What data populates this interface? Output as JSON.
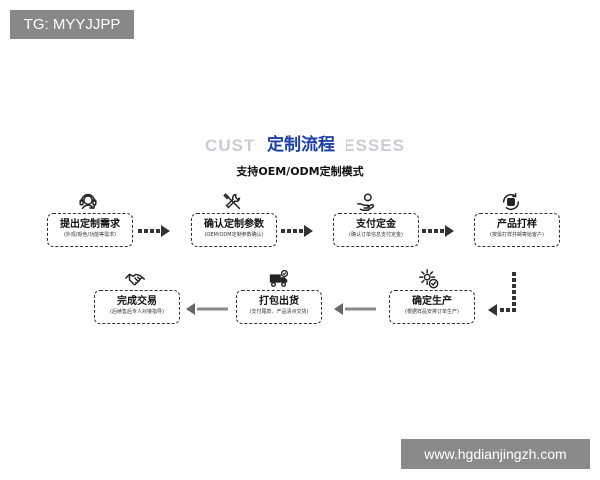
{
  "watermark": {
    "tag": "TG: MYYJJPP",
    "url": "www.hgdianjingzh.com"
  },
  "header": {
    "title": "定制流程",
    "title_bg": "CUSTOM PROCESSES",
    "subtitle": "支持OEM/ODM定制模式"
  },
  "steps": [
    {
      "title": "提出定制需求",
      "desc": "(外观/颜色/功能等需求)",
      "icon": "headset-icon"
    },
    {
      "title": "确认定制参数",
      "desc": "(OEM/ODM定制参数确认)",
      "icon": "tools-icon"
    },
    {
      "title": "支付定金",
      "desc": "(确认订单信息支付定金)",
      "icon": "hand-coin-icon"
    },
    {
      "title": "产品打样",
      "desc": "(按需打样并邮寄给客户)",
      "icon": "sample-box-icon"
    },
    {
      "title": "确定生产",
      "desc": "(根据样品安排订单生产)",
      "icon": "gear-check-icon"
    },
    {
      "title": "打包出货",
      "desc": "(支付尾款、产品清点交货)",
      "icon": "delivery-truck-icon"
    },
    {
      "title": "完成交易",
      "desc": "(后续售后专人对接指导)",
      "icon": "handshake-icon"
    }
  ],
  "colors": {
    "accent": "#1a3fa8",
    "arrow_dark": "#333333",
    "arrow_light": "#8a8a8a"
  }
}
